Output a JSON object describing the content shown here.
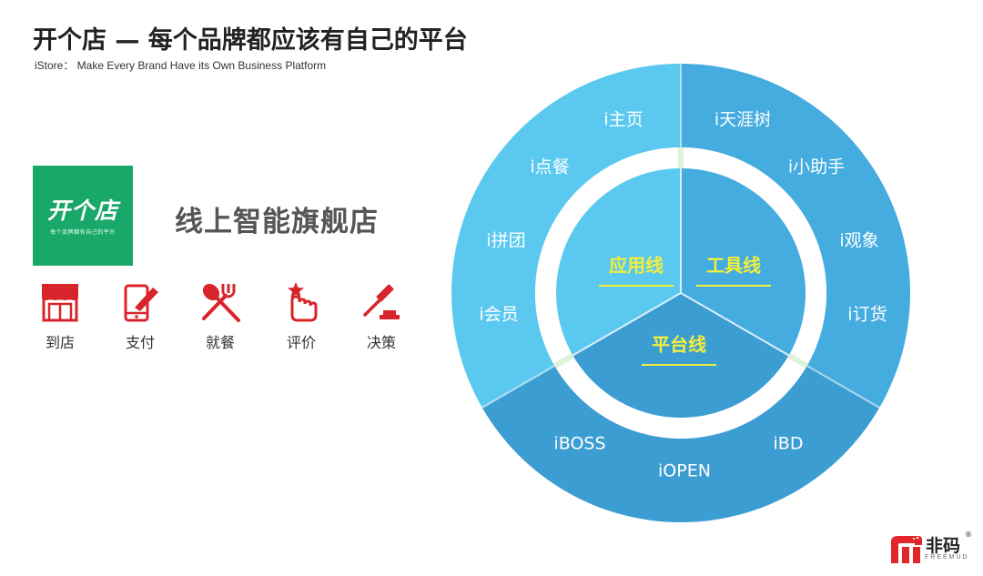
{
  "header": {
    "title": "开个店 — 每个品牌都应该有自己的平台",
    "subtitle": "iStore： Make  Every Brand Have its Own Business Platform"
  },
  "logo": {
    "main": "开个店",
    "tagline": "每个品牌都有自己的平台",
    "color": "#1aa86a"
  },
  "store_name": "线上智能旗舰店",
  "features": [
    {
      "label": "到店",
      "icon": "storefront-icon"
    },
    {
      "label": "支付",
      "icon": "phone-pay-icon"
    },
    {
      "label": "就餐",
      "icon": "fork-spoon-icon"
    },
    {
      "label": "评价",
      "icon": "tap-hand-icon"
    },
    {
      "label": "决策",
      "icon": "gavel-icon"
    }
  ],
  "diagram": {
    "inner": {
      "app_line": "应用线",
      "tool_line": "工具线",
      "platform_line": "平台线"
    },
    "outer": {
      "app_items": [
        "i主页",
        "i点餐",
        "i拼团",
        "i会员"
      ],
      "tool_items": [
        "i天涯树",
        "i小助手",
        "i观象",
        "i订货"
      ],
      "platform_items": [
        "iBOSS",
        "iOPEN",
        "iBD"
      ]
    },
    "colors": {
      "app": "#5bc9ef",
      "tool": "#45ace0",
      "platform": "#3c9dd3",
      "label": "#f3ee3b",
      "gap": "#ffffff"
    }
  },
  "brand": {
    "name": "非码",
    "en": "FREEMUD",
    "reg": "®",
    "color": "#e0262b"
  }
}
